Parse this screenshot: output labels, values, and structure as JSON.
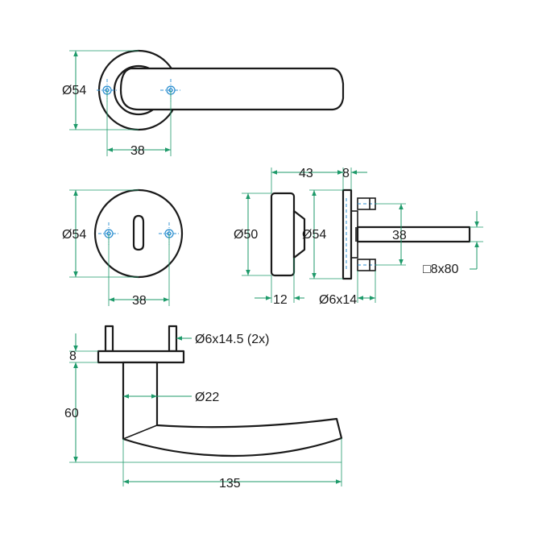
{
  "rose_top": {
    "diameter": "Ø54",
    "hole_spacing": "38"
  },
  "keyhole_rose": {
    "diameter": "Ø54",
    "hole_spacing": "38"
  },
  "side_view": {
    "depth": "43",
    "rose_thickness": "8",
    "handle_rose_diameter": "Ø50",
    "rose_diameter": "Ø54",
    "spindle_offset": "38",
    "spindle": "□8x80",
    "handle_neck": "12",
    "screw": "Ø6x14"
  },
  "handle_profile": {
    "pins": "Ø6x14.5 (2x)",
    "plate_thickness": "8",
    "neck_diameter": "Ø22",
    "height": "60",
    "length": "135"
  },
  "colors": {
    "outline": "#1a1a1a",
    "dimension": "#1e9a6a",
    "hole": "#2c8fd0"
  }
}
